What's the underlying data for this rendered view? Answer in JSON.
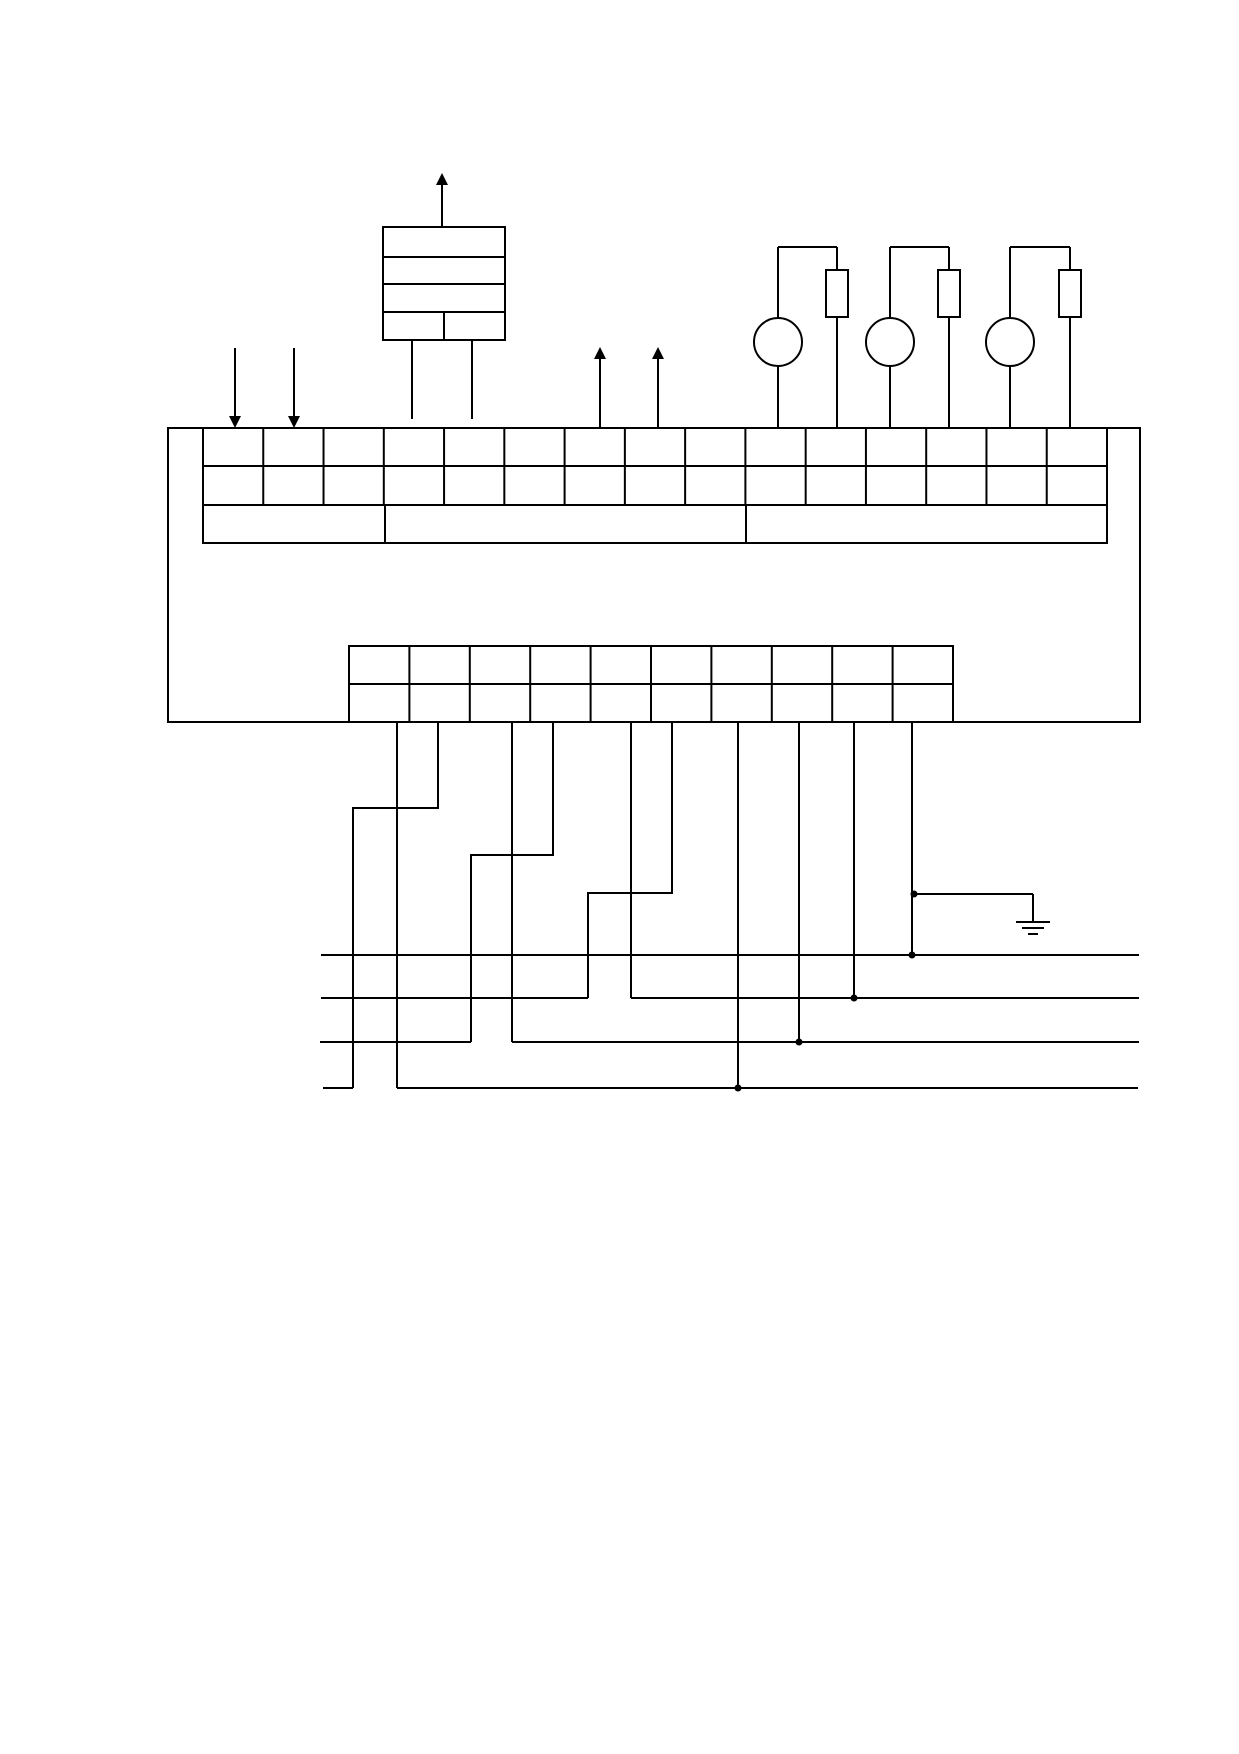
{
  "diagram": {
    "stroke_color": "#000000",
    "background_color": "#ffffff",
    "upper_terminal_strip": {
      "terminals_per_row": 15,
      "rows": 2,
      "groups": 3
    },
    "lower_terminal_strip": {
      "terminals_per_row": 10,
      "rows": 2
    },
    "inputs": {
      "count": 2,
      "icon": "arrow-down-icon"
    },
    "outputs": {
      "count": 2,
      "icon": "arrow-up-icon"
    },
    "relay_block": {
      "icon": "relay-block-icon"
    },
    "sensors": {
      "count": 3,
      "icon": "circle-sensor-icon",
      "resistor_icon": "resistor-icon"
    },
    "supply_lines": {
      "count": 4
    },
    "ground": {
      "icon": "ground-icon"
    }
  }
}
